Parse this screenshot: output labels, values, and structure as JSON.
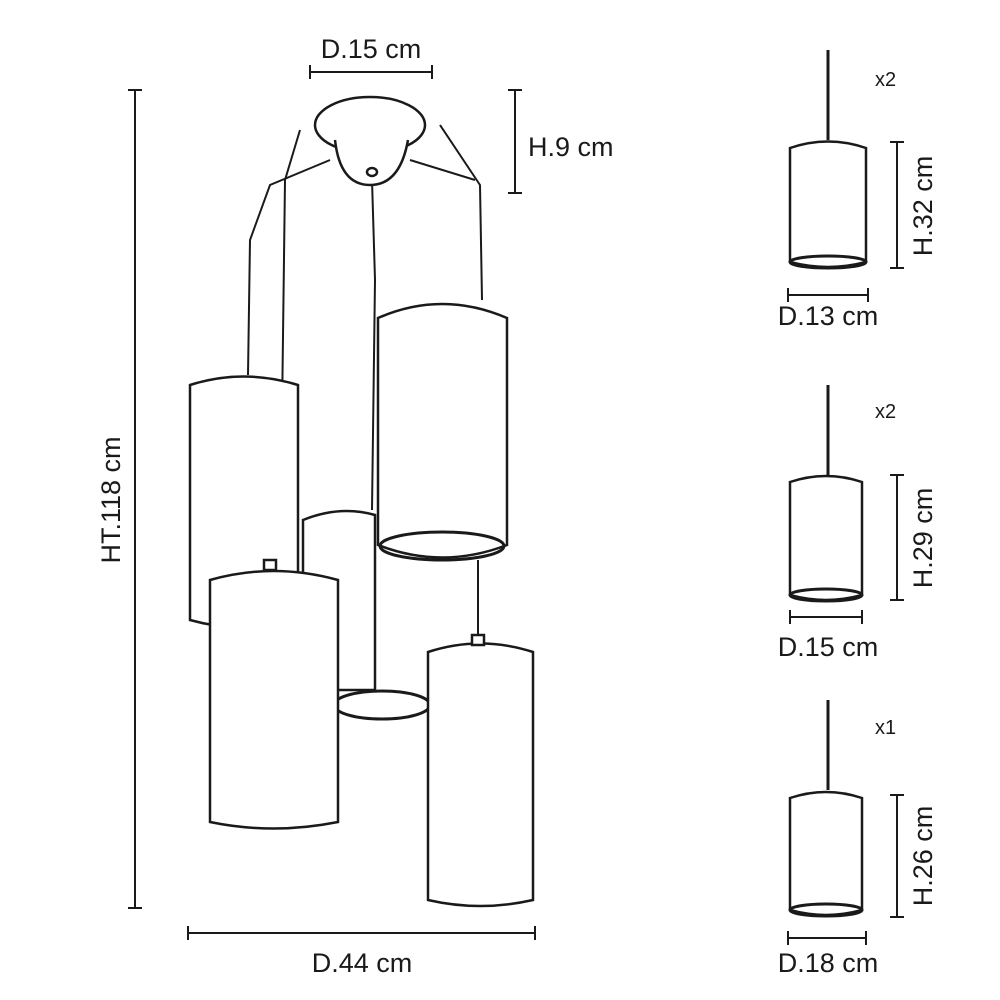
{
  "main_lamp": {
    "canopy_diameter": "D.15 cm",
    "canopy_height": "H.9 cm",
    "total_height": "HT.118 cm",
    "total_diameter": "D.44 cm"
  },
  "shades": [
    {
      "count": "x2",
      "height": "H.32 cm",
      "diameter": "D.13 cm"
    },
    {
      "count": "x2",
      "height": "H.29 cm",
      "diameter": "D.15 cm"
    },
    {
      "count": "x1",
      "height": "H.26 cm",
      "diameter": "D.18 cm"
    }
  ]
}
